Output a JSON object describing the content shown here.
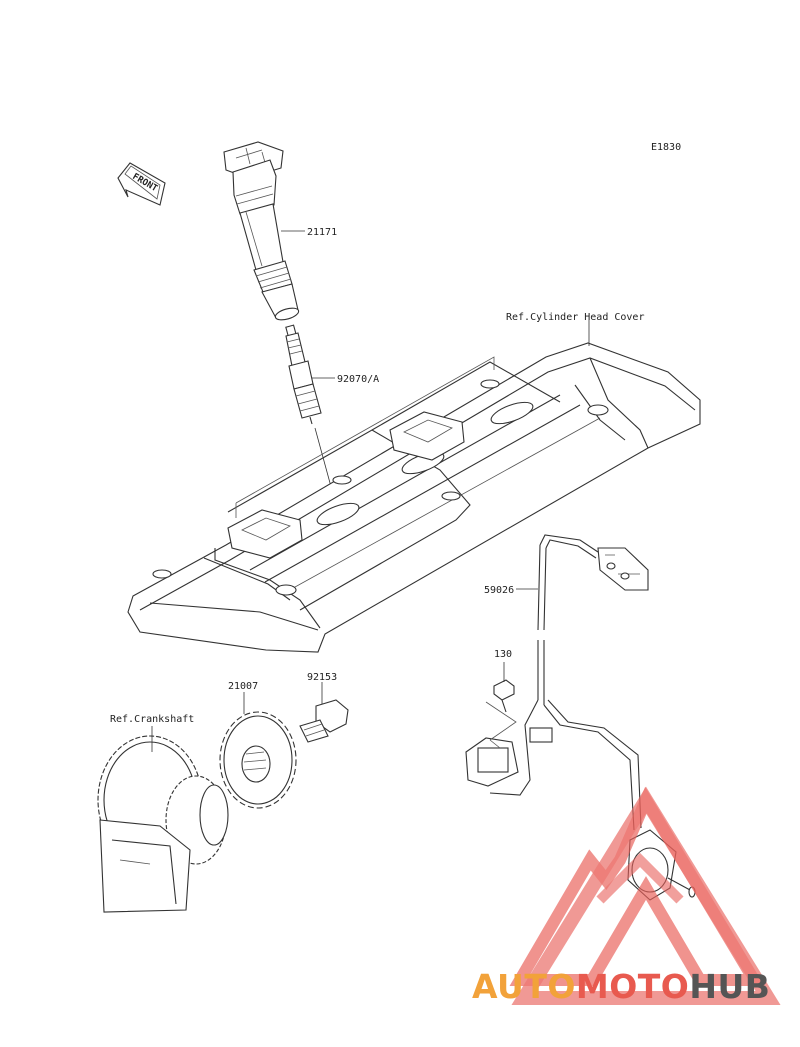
{
  "diagram": {
    "figure_code": "E1830",
    "front_arrow_text": "FRONT",
    "labels": {
      "ignition_coil": "21171",
      "spark_plug": "92070/A",
      "cylinder_head_cover": "Ref.Cylinder Head Cover",
      "wire_lead": "59026",
      "bolt_small": "130",
      "bolt_flange": "92153",
      "rotor": "21007",
      "crankshaft": "Ref.Crankshaft"
    }
  },
  "watermark": {
    "text_auto": "AUTO",
    "text_moto": "MOTO",
    "text_hub": "HUB",
    "colors": {
      "auto": "#f2a23a",
      "moto": "#e85a4f",
      "hub": "#555555",
      "triangle": "#e8605a"
    }
  }
}
